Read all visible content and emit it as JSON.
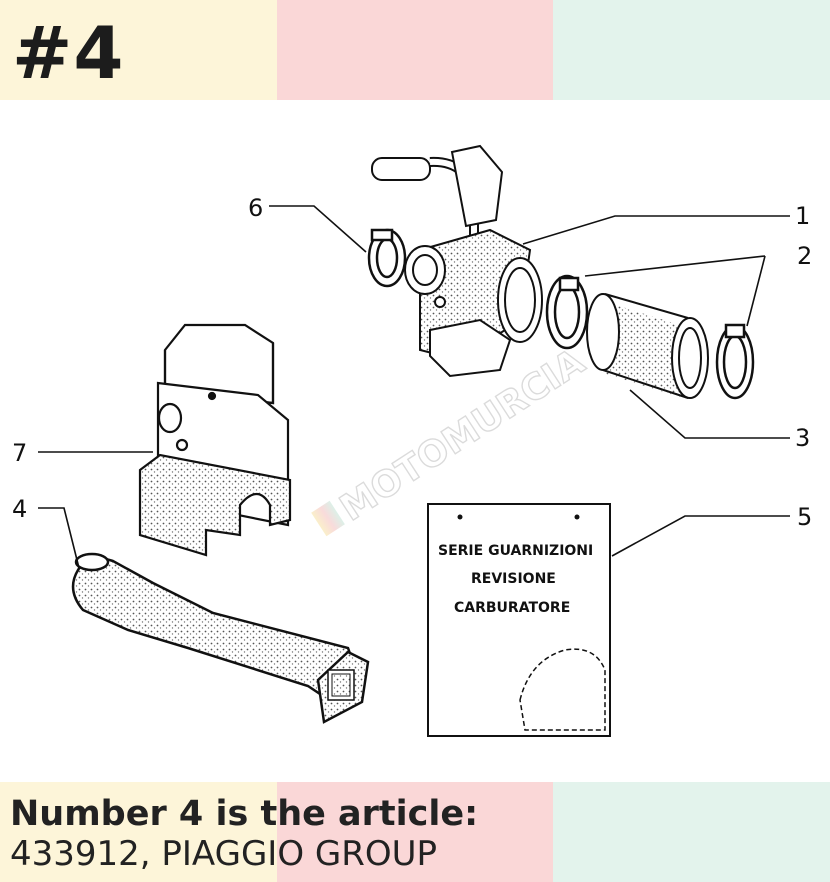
{
  "header": {
    "badge": "#4"
  },
  "colors": {
    "band_yellow": "#fdf5d9",
    "band_pink": "#fad7d7",
    "band_mint": "#e3f3ec"
  },
  "diagram": {
    "callouts": {
      "c1": "1",
      "c2": "2",
      "c3": "3",
      "c4": "4",
      "c5": "5",
      "c6": "6",
      "c7": "7"
    },
    "kit_label": {
      "line1": "SERIE GUARNIZIONI",
      "line2": "REVISIONE",
      "line3": "CARBURATORE"
    },
    "watermark": "MOTOMURCIA"
  },
  "caption": {
    "title": "Number 4 is the article:",
    "article": "433912, PIAGGIO GROUP"
  }
}
